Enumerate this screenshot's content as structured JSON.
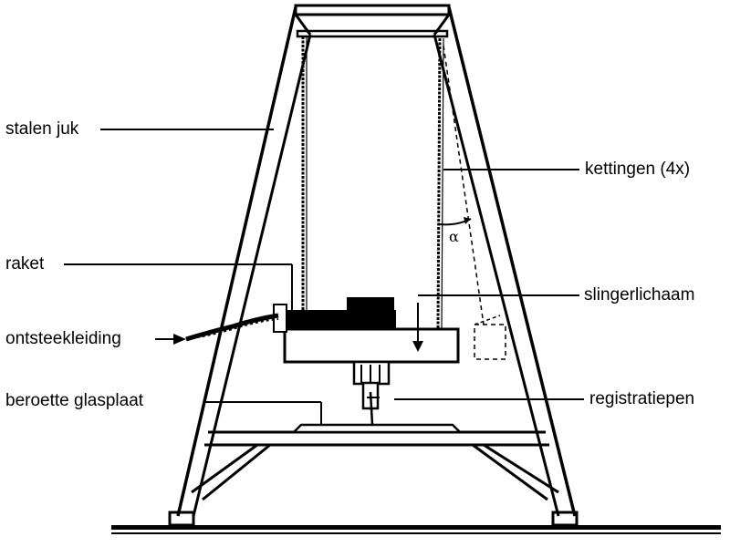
{
  "labels": {
    "stalen_juk": "stalen juk",
    "kettingen": "kettingen (4x)",
    "raket": "raket",
    "slingerlichaam": "slingerlichaam",
    "ontsteekleiding": "ontsteekleiding",
    "beroette_glasplaat": "beroette glasplaat",
    "registratiepen": "registratiepen",
    "angle_symbol": "α"
  }
}
